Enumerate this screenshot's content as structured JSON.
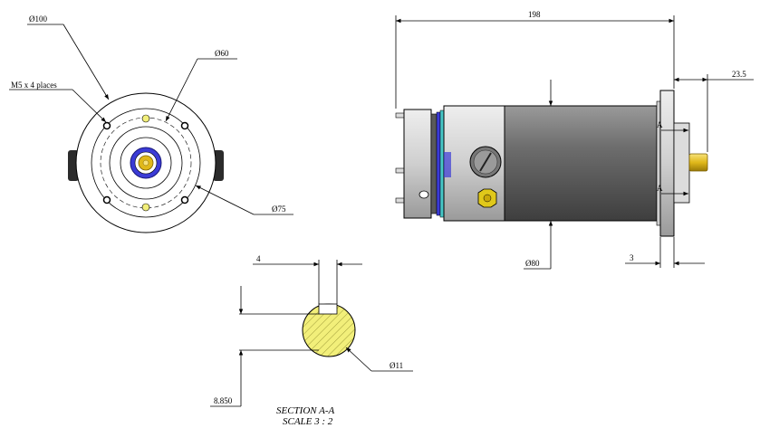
{
  "front_view": {
    "dim_outer": "Ø100",
    "dim_bolt_circle": "Ø60",
    "dim_pilot": "Ø75",
    "note_holes": "M5 x 4 places"
  },
  "side_view": {
    "dim_length": "198",
    "dim_shaft_len": "23.5",
    "dim_body": "Ø80",
    "dim_flange": "3",
    "section_mark_top": "A",
    "section_mark_bottom": "A"
  },
  "section_view": {
    "dim_key_width": "4",
    "dim_key_depth": "8.850",
    "dim_shaft": "Ø11",
    "title": "SECTION A-A",
    "scale": "SCALE 3 : 2"
  },
  "colors": {
    "body": "#6e6e6e",
    "endcap": "#c8c8c8",
    "ring_blue": "#3b3bd6",
    "ring_cyan": "#46c6c6",
    "shaft": "#e0b81a",
    "section_fill": "#f2ef7a"
  }
}
